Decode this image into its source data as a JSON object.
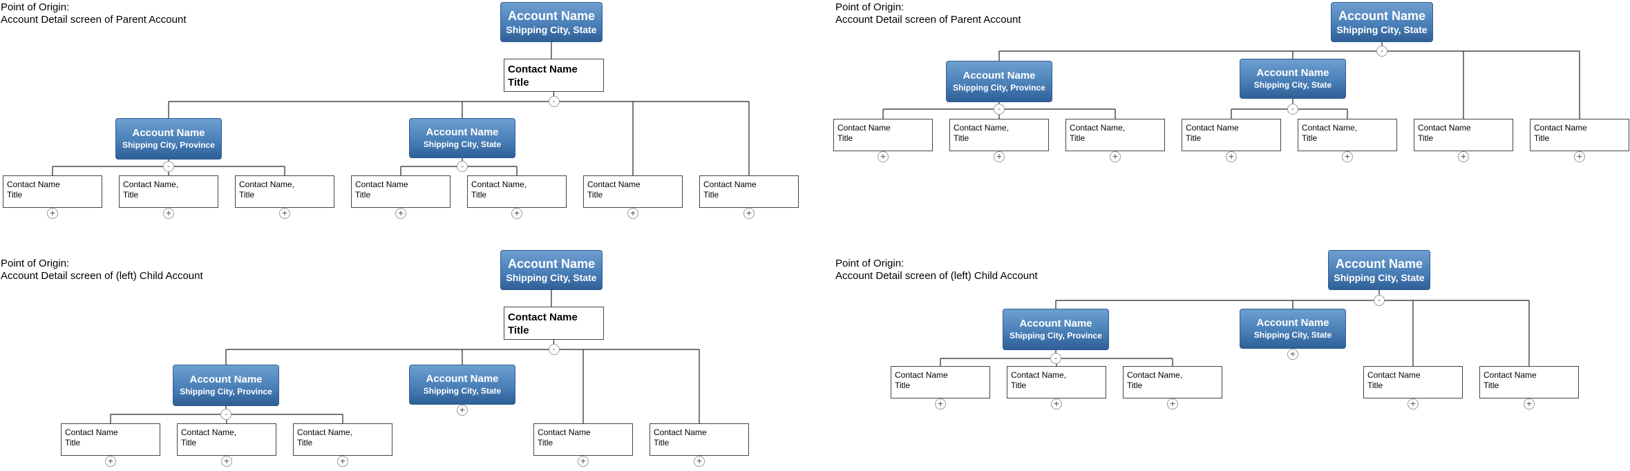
{
  "captions": [
    {
      "label": "Point of Origin:",
      "desc": "Account Detail screen of Parent Account"
    },
    {
      "label": "Point of Origin:",
      "desc": "Account Detail screen of Parent Account"
    },
    {
      "label": "Point of Origin:",
      "desc": "Account Detail screen of (left) Child Account"
    },
    {
      "label": "Point of Origin:",
      "desc": "Account Detail screen of (left) Child Account"
    }
  ],
  "labels": {
    "account_name": "Account Name",
    "city_state": "Shipping City, State",
    "city_province": "Shipping City, Province",
    "contact_name": "Contact Name",
    "contact_name_comma": "Contact Name,",
    "title": "Title",
    "expand_symbol": "+",
    "collapse_symbol": "-"
  }
}
